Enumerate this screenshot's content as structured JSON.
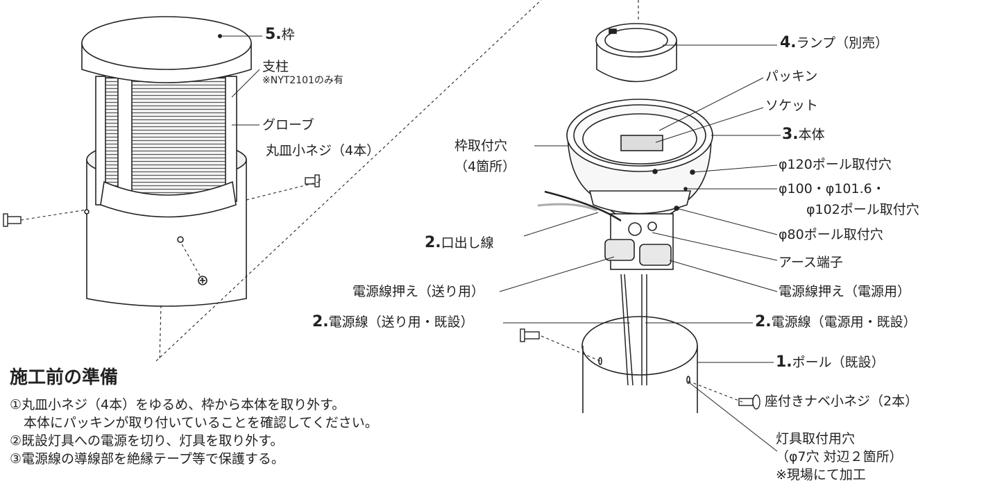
{
  "labels": {
    "frame": {
      "num": "5.",
      "text": "枠"
    },
    "pillar": "支柱",
    "pillar_note": "※NYT2101のみ有",
    "globe": "グローブ",
    "pan_screw": "丸皿小ネジ（4本）",
    "lamp": {
      "num": "4.",
      "text": "ランプ（別売）"
    },
    "packing": "パッキン",
    "socket": "ソケット",
    "body": {
      "num": "3.",
      "text": "本体"
    },
    "frame_hole_1": "枠取付穴",
    "frame_hole_2": "（4箇所）",
    "pole120": "φ120ポール取付穴",
    "pole100_1": "φ100・φ101.6・",
    "pole100_2": "φ102ポール取付穴",
    "pole80": "φ80ポール取付穴",
    "lead_wire": {
      "num": "2.",
      "text": "口出し線"
    },
    "earth": "アース端子",
    "clamp_send": "電源線押え（送り用）",
    "clamp_power": "電源線押え（電源用）",
    "wire_send": {
      "num": "2.",
      "text": "電源線（送り用・既設）"
    },
    "wire_power": {
      "num": "2.",
      "text": "電源線（電源用・既設）"
    },
    "pole": {
      "num": "1.",
      "text": "ポール（既設）"
    },
    "seat_screw": "座付きナベ小ネジ（2本）",
    "fix_hole_1": "灯具取付用穴",
    "fix_hole_2": "（φ7穴 対辺２箇所）",
    "fix_hole_3": "※現場にて加工"
  },
  "prep": {
    "title": "施工前の準備",
    "step1": "①丸皿小ネジ（4本）をゆるめ、枠から本体を取り外す。",
    "step1b": "本体にパッキンが取り付いていることを確認してください。",
    "step2": "②既設灯具への電源を切り、灯具を取り外す。",
    "step3": "③電源線の導線部を絶縁テープ等で保護する。"
  }
}
